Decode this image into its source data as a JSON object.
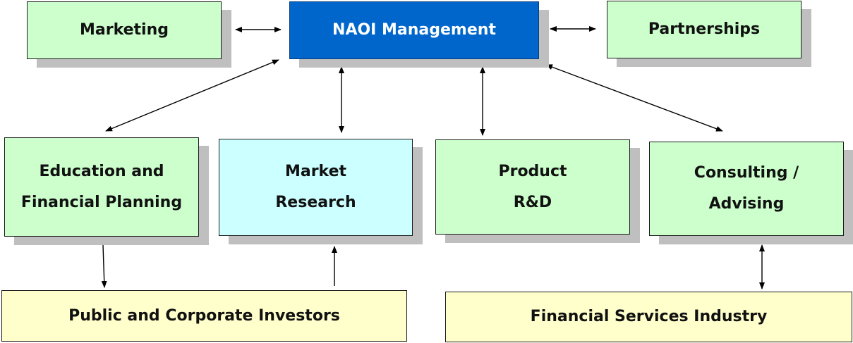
{
  "nodes": {
    "marketing": "Marketing",
    "management": "NAOI Management",
    "partnerships": "Partnerships",
    "education": [
      "Education and",
      "Financial Planning"
    ],
    "research": [
      "Market",
      "Research"
    ],
    "product": [
      "Product",
      "R&D"
    ],
    "consulting": [
      "Consulting /",
      "Advising"
    ],
    "investors": "Public and Corporate Investors",
    "industry": "Financial Services Industry"
  },
  "colors": {
    "green_box": "#ccffcc",
    "cyan_box": "#ccffff",
    "yellow_box": "#ffffcc",
    "management_box": "#0066cc",
    "shadow": "#bfbfbf"
  }
}
